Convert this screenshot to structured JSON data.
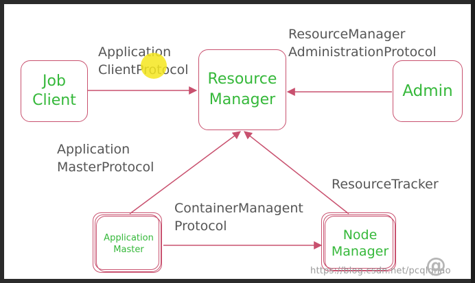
{
  "nodes": {
    "job_client": "Job\nClient",
    "resource_manager": "Resource\nManager",
    "admin": "Admin",
    "application_master": "Application\nMaster",
    "node_manager": "Node\nManager"
  },
  "edges": {
    "application_client_protocol": "Application\nClientProtocol",
    "resource_manager_admin_protocol": "ResourceManager\nAdministrationProtocol",
    "application_master_protocol": "Application\nMasterProtocol",
    "resource_tracker": "ResourceTracker",
    "container_managent_protocol": "ContainerManagent\nProtocol"
  },
  "watermark": "https://blog.csdn.net/pcqlqnao",
  "colors": {
    "node_border": "#c8506e",
    "node_text": "#35b83a",
    "label_text": "#555555",
    "arrow": "#c8506e"
  }
}
